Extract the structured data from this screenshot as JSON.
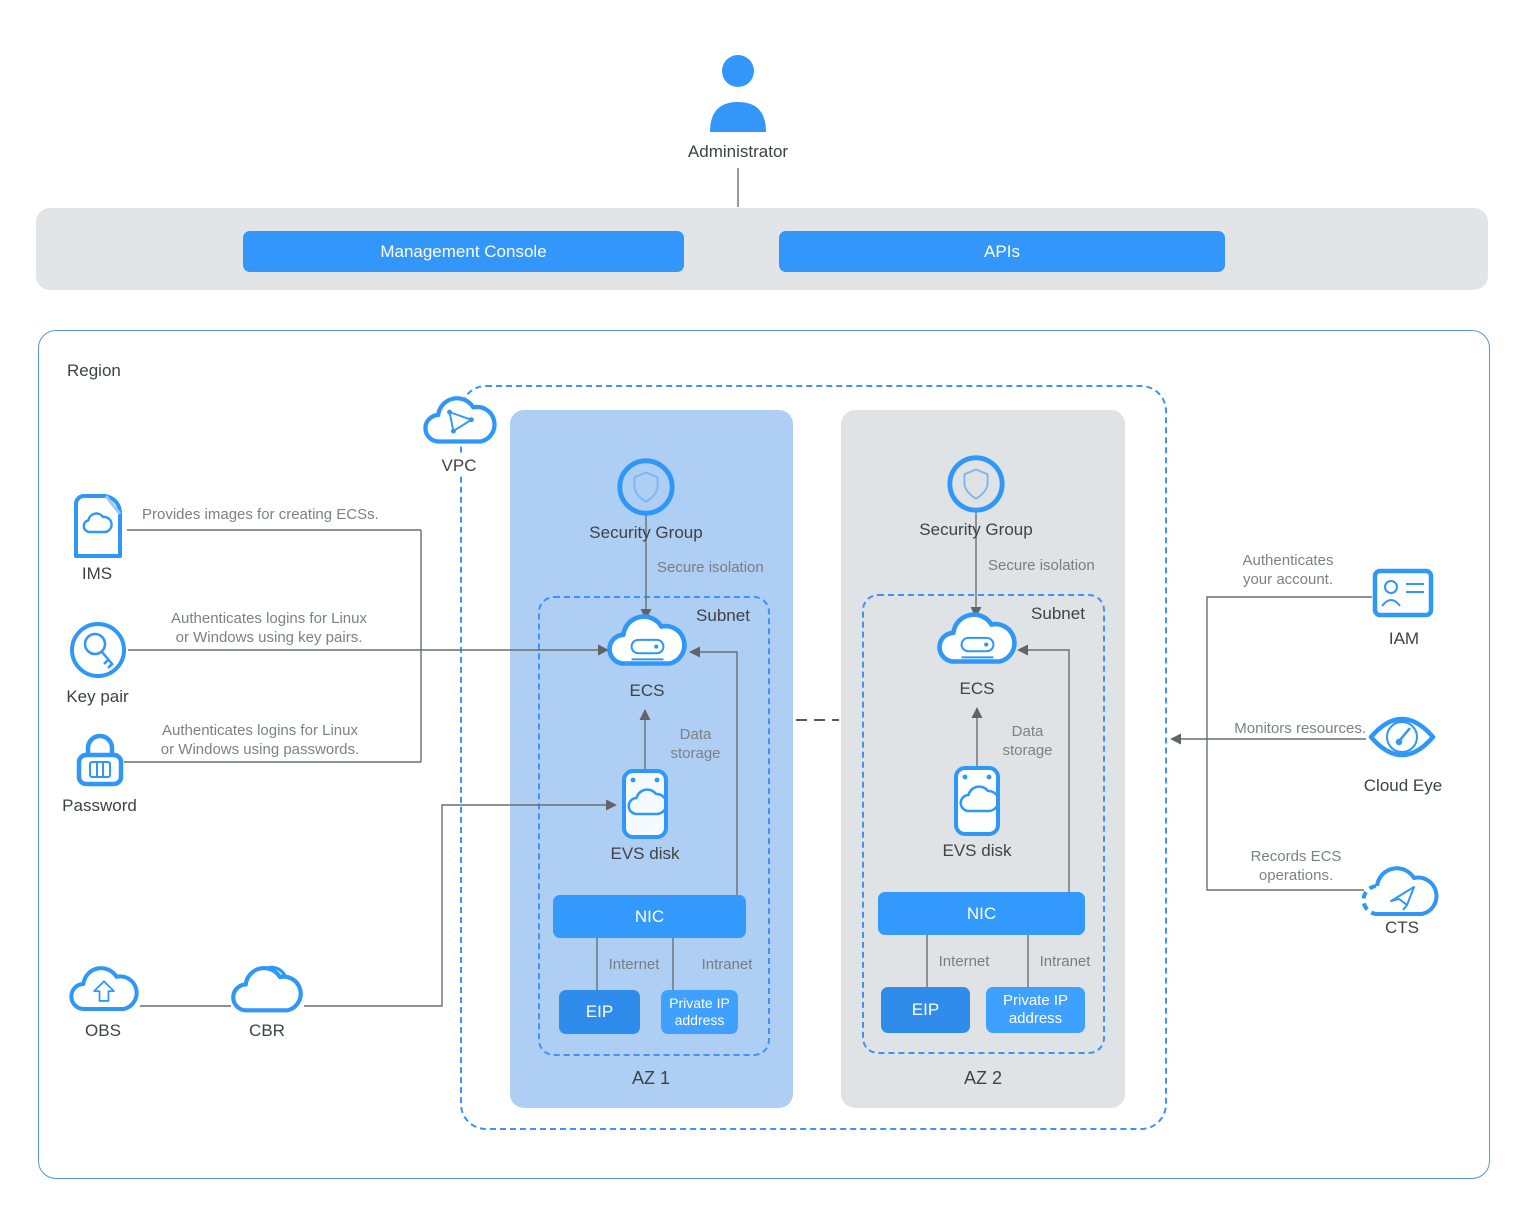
{
  "header": {
    "administrator": "Administrator",
    "management_console": "Management Console",
    "apis": "APIs"
  },
  "region": {
    "label": "Region",
    "vpc": "VPC"
  },
  "left": {
    "ims_label": "IMS",
    "ims_annotation": "Provides images for creating ECSs.",
    "key_pair_label": "Key pair",
    "key_pair_annotation_1": "Authenticates logins for Linux",
    "key_pair_annotation_2": "or Windows using key pairs.",
    "password_label": "Password",
    "password_annotation_1": "Authenticates logins for Linux",
    "password_annotation_2": "or Windows using passwords.",
    "obs_label": "OBS",
    "cbr_label": "CBR"
  },
  "right": {
    "iam_label": "IAM",
    "iam_annotation_1": "Authenticates",
    "iam_annotation_2": "your account.",
    "cloud_eye_label": "Cloud Eye",
    "cloud_eye_annotation": "Monitors resources.",
    "cts_label": "CTS",
    "cts_annotation_1": "Records ECS",
    "cts_annotation_2": "operations."
  },
  "az1": {
    "name": "AZ 1",
    "security_group": "Security Group",
    "secure_isolation": "Secure isolation",
    "subnet": "Subnet",
    "ecs": "ECS",
    "data_storage": "Data storage",
    "evs_disk": "EVS disk",
    "nic": "NIC",
    "internet": "Internet",
    "intranet": "Intranet",
    "eip": "EIP",
    "private_ip": "Private IP address"
  },
  "az2": {
    "name": "AZ 2",
    "security_group": "Security Group",
    "secure_isolation": "Secure isolation",
    "subnet": "Subnet",
    "ecs": "ECS",
    "data_storage": "Data storage",
    "evs_disk": "EVS disk",
    "nic": "NIC",
    "internet": "Internet",
    "intranet": "Intranet",
    "eip": "EIP",
    "private_ip": "Private IP address"
  },
  "colors": {
    "accent_blue": "#3296fa",
    "icon_stroke": "#2e97f8",
    "az1_background": "#aecff3",
    "az2_background": "#e0e3e6",
    "toolbar_background": "#e2e5e7",
    "dashed_border_blue": "#3f91ff",
    "connector_gray": "#6a6e71",
    "annotation_gray": "#7d8185",
    "label_dark": "#3f4246"
  }
}
